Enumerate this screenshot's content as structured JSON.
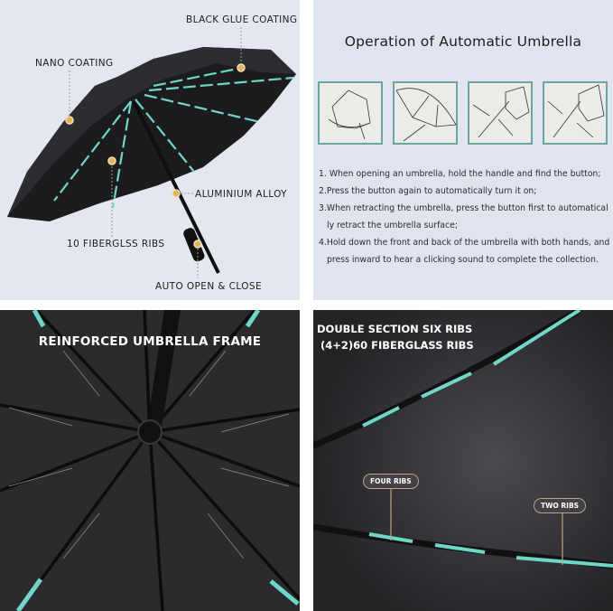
{
  "features_panel": {
    "callouts": [
      {
        "id": "black-glue-coating",
        "label": "BLACK GLUE COATING"
      },
      {
        "id": "nano-coating",
        "label": "NANO COATING"
      },
      {
        "id": "aluminium-alloy",
        "label": "ALUMINIUM ALLOY"
      },
      {
        "id": "fiberglass-ribs",
        "label": "10 FIBERGLSS RIBS"
      },
      {
        "id": "auto-open-close",
        "label": "AUTO OPEN & CLOSE"
      }
    ],
    "colors": {
      "background": "#e3e7ef",
      "canopy": "#1a1a1c",
      "rib_accent": "#6fd6c8",
      "marker": "#e0b45c"
    }
  },
  "operation_panel": {
    "title": "Operation of Automatic Umbrella",
    "step_images": [
      "hold-handle-illustration",
      "open-umbrella-illustration",
      "press-button-retract-illustration",
      "press-inward-close-illustration"
    ],
    "instructions": [
      "1. When opening an umbrella, hold the handle and find the button;",
      "2.Press the button again to automatically turn it on;",
      "3.When retracting the umbrella, press the button first  to  automatical",
      "ly retract the umbrella surface;",
      "4.Hold down the front and back of the umbrella with both hands, and",
      "press inward to hear a clicking sound to complete the collection."
    ],
    "colors": {
      "background": "#dfe4ee",
      "frame_border": "#69a5a2"
    }
  },
  "frame_panel": {
    "title": "REINFORCED UMBRELLA FRAME"
  },
  "ribs_panel": {
    "title_line1": "DOUBLE SECTION SIX RIBS",
    "title_line2": "(4+2)60 FIBERGLASS RIBS",
    "pills": [
      {
        "id": "four-ribs",
        "label": "FOUR RIBS"
      },
      {
        "id": "two-ribs",
        "label": "TWO RIBS"
      }
    ],
    "colors": {
      "pill_border": "#b8a686",
      "rib": "#6fd6c8"
    }
  }
}
